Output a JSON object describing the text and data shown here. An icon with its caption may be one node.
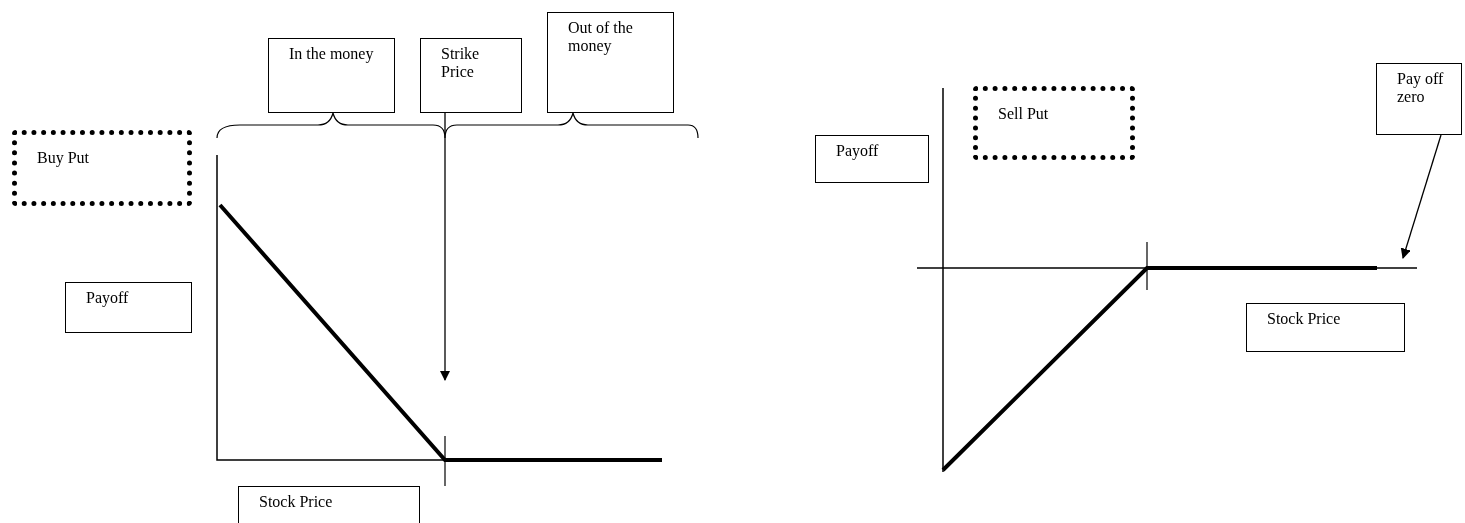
{
  "diagram": {
    "nodes": [
      {
        "text": [
          "In the money"
        ]
      },
      {
        "text": [
          "Strike Price"
        ]
      },
      {
        "text": [
          "Out of the money"
        ]
      },
      {
        "text": [
          "Buy Put"
        ]
      },
      {
        "text": [
          "Payoff"
        ]
      },
      {
        "text": [
          "Stock Price"
        ]
      },
      {
        "text": [
          "Sell Put"
        ]
      },
      {
        "text": [
          "Payoff"
        ]
      },
      {
        "text": [
          "Pay off zero"
        ]
      },
      {
        "text": [
          "Stock Price"
        ]
      }
    ],
    "edges": [
      {
        "from": 1,
        "to": null,
        "arrow": "to"
      },
      {
        "from": 8,
        "to": null,
        "arrow": "to"
      }
    ]
  }
}
